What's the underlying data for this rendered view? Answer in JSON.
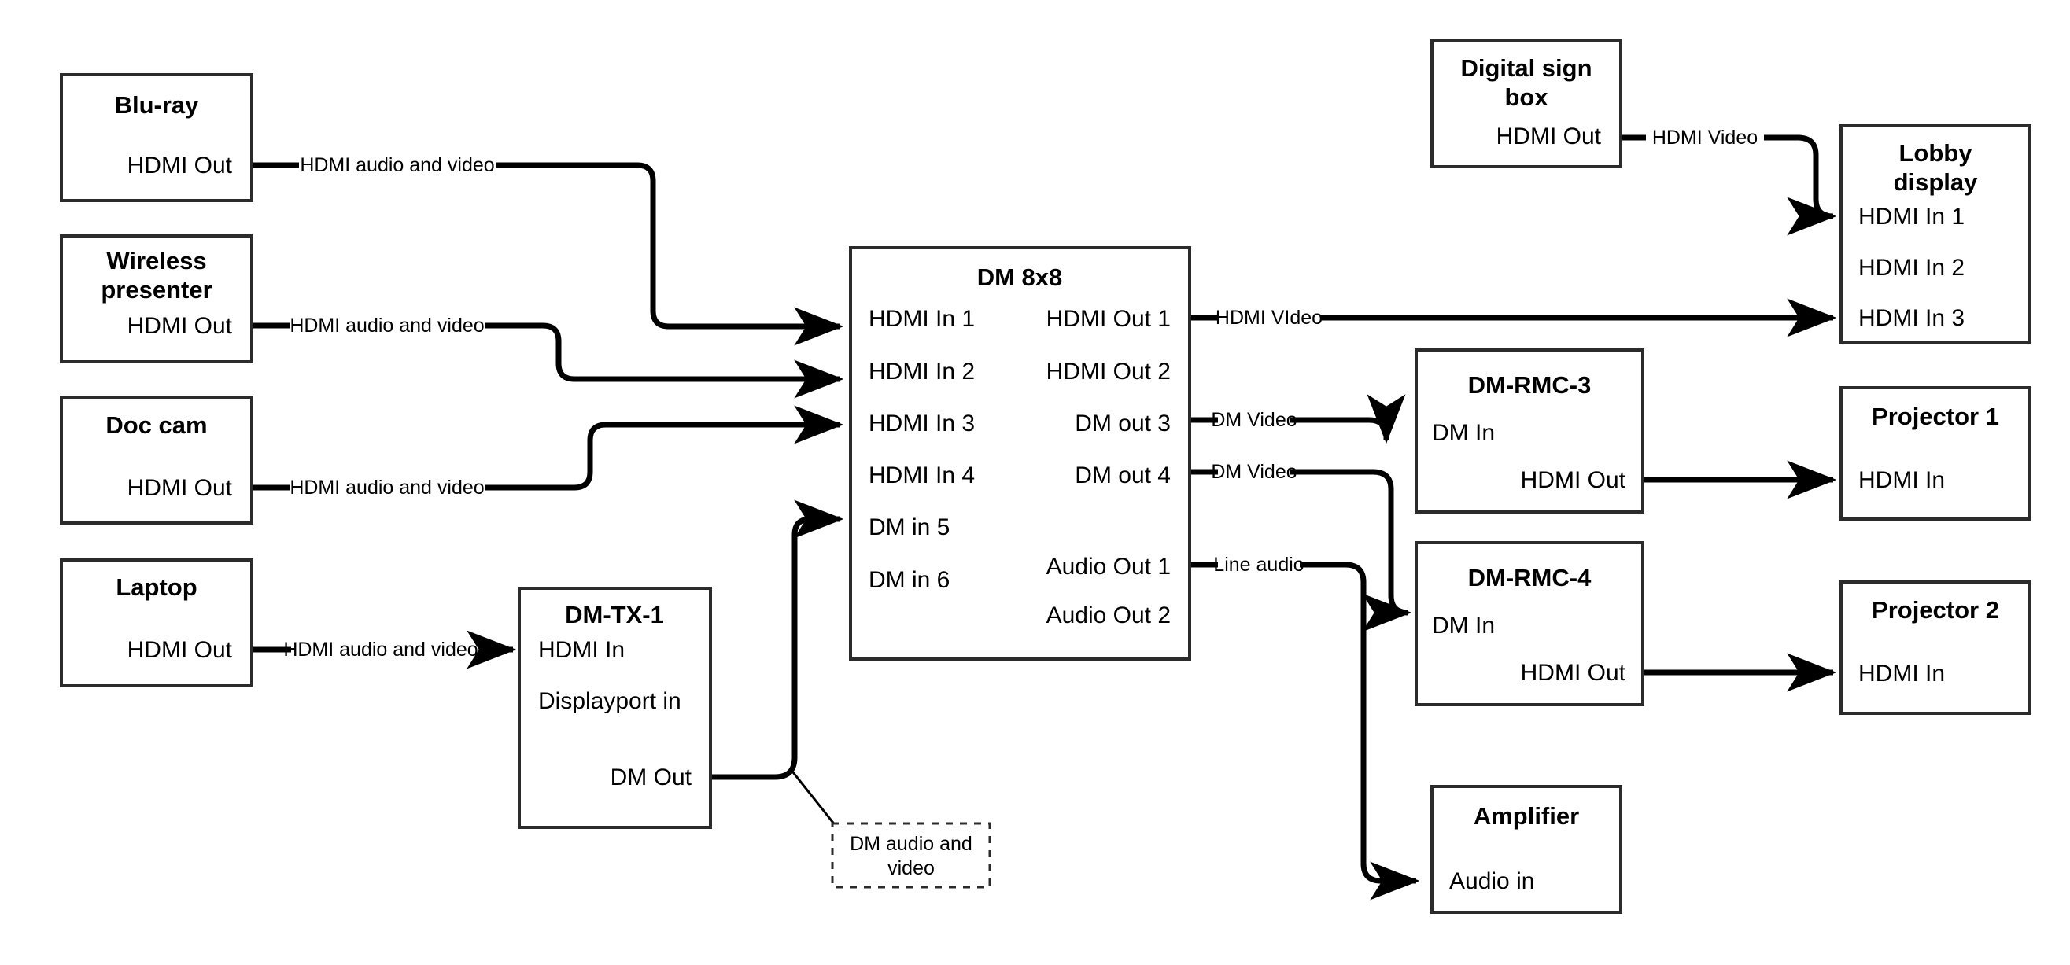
{
  "diagram": {
    "title": "AV signal flow diagram",
    "background": "#ffffff",
    "line_color": "#000000",
    "box_border_color": "#2b2b2b",
    "box_fill": "#ffffff"
  },
  "nodes": {
    "bluray": {
      "title": "Blu-ray",
      "ports": {
        "hdmi_out": "HDMI Out"
      }
    },
    "wireless_presenter": {
      "title_line1": "Wireless",
      "title_line2": "presenter",
      "ports": {
        "hdmi_out": "HDMI Out"
      }
    },
    "doc_cam": {
      "title": "Doc cam",
      "ports": {
        "hdmi_out": "HDMI Out"
      }
    },
    "laptop": {
      "title": "Laptop",
      "ports": {
        "hdmi_out": "HDMI Out"
      }
    },
    "dm_tx_1": {
      "title": "DM-TX-1",
      "ports": {
        "hdmi_in": "HDMI In",
        "displayport_in": "Displayport in",
        "dm_out": "DM Out"
      }
    },
    "dm_8x8": {
      "title": "DM 8x8",
      "inputs": [
        "HDMI In 1",
        "HDMI In 2",
        "HDMI In 3",
        "HDMI In 4",
        "DM in 5",
        "DM in 6"
      ],
      "outputs": [
        "HDMI Out 1",
        "HDMI Out 2",
        "DM out 3",
        "DM out 4",
        "Audio Out 1",
        "Audio Out 2"
      ]
    },
    "digital_sign_box": {
      "title_line1": "Digital sign",
      "title_line2": "box",
      "ports": {
        "hdmi_out": "HDMI Out"
      }
    },
    "lobby_display": {
      "title_line1": "Lobby",
      "title_line2": "display",
      "inputs": [
        "HDMI In 1",
        "HDMI In 2",
        "HDMI In 3"
      ]
    },
    "dm_rmc_3": {
      "title": "DM-RMC-3",
      "ports": {
        "dm_in": "DM In",
        "hdmi_out": "HDMI Out"
      }
    },
    "dm_rmc_4": {
      "title": "DM-RMC-4",
      "ports": {
        "dm_in": "DM In",
        "hdmi_out": "HDMI Out"
      }
    },
    "projector_1": {
      "title": "Projector 1",
      "ports": {
        "hdmi_in": "HDMI In"
      }
    },
    "projector_2": {
      "title": "Projector 2",
      "ports": {
        "hdmi_in": "HDMI In"
      }
    },
    "amplifier": {
      "title": "Amplifier",
      "ports": {
        "audio_in": "Audio in"
      }
    }
  },
  "edges": {
    "bluray_to_hdmi_in_1": "HDMI audio and video",
    "wireless_to_hdmi_in_2": "HDMI audio and video",
    "doccam_to_hdmi_in_3": "HDMI audio and video",
    "laptop_to_dmtx": "HDMI audio and video",
    "hdmi_out_1_to_lobby": "HDMI VIdeo",
    "dm_out_3_to_rmc3": "DM Video",
    "dm_out_4_to_rmc4": "DM Video",
    "audio_out_1_to_amp": "Line audio",
    "sign_to_lobby": "HDMI Video"
  },
  "annotations": {
    "dm_audio_video_note_line1": "DM audio and",
    "dm_audio_video_note_line2": "video"
  }
}
